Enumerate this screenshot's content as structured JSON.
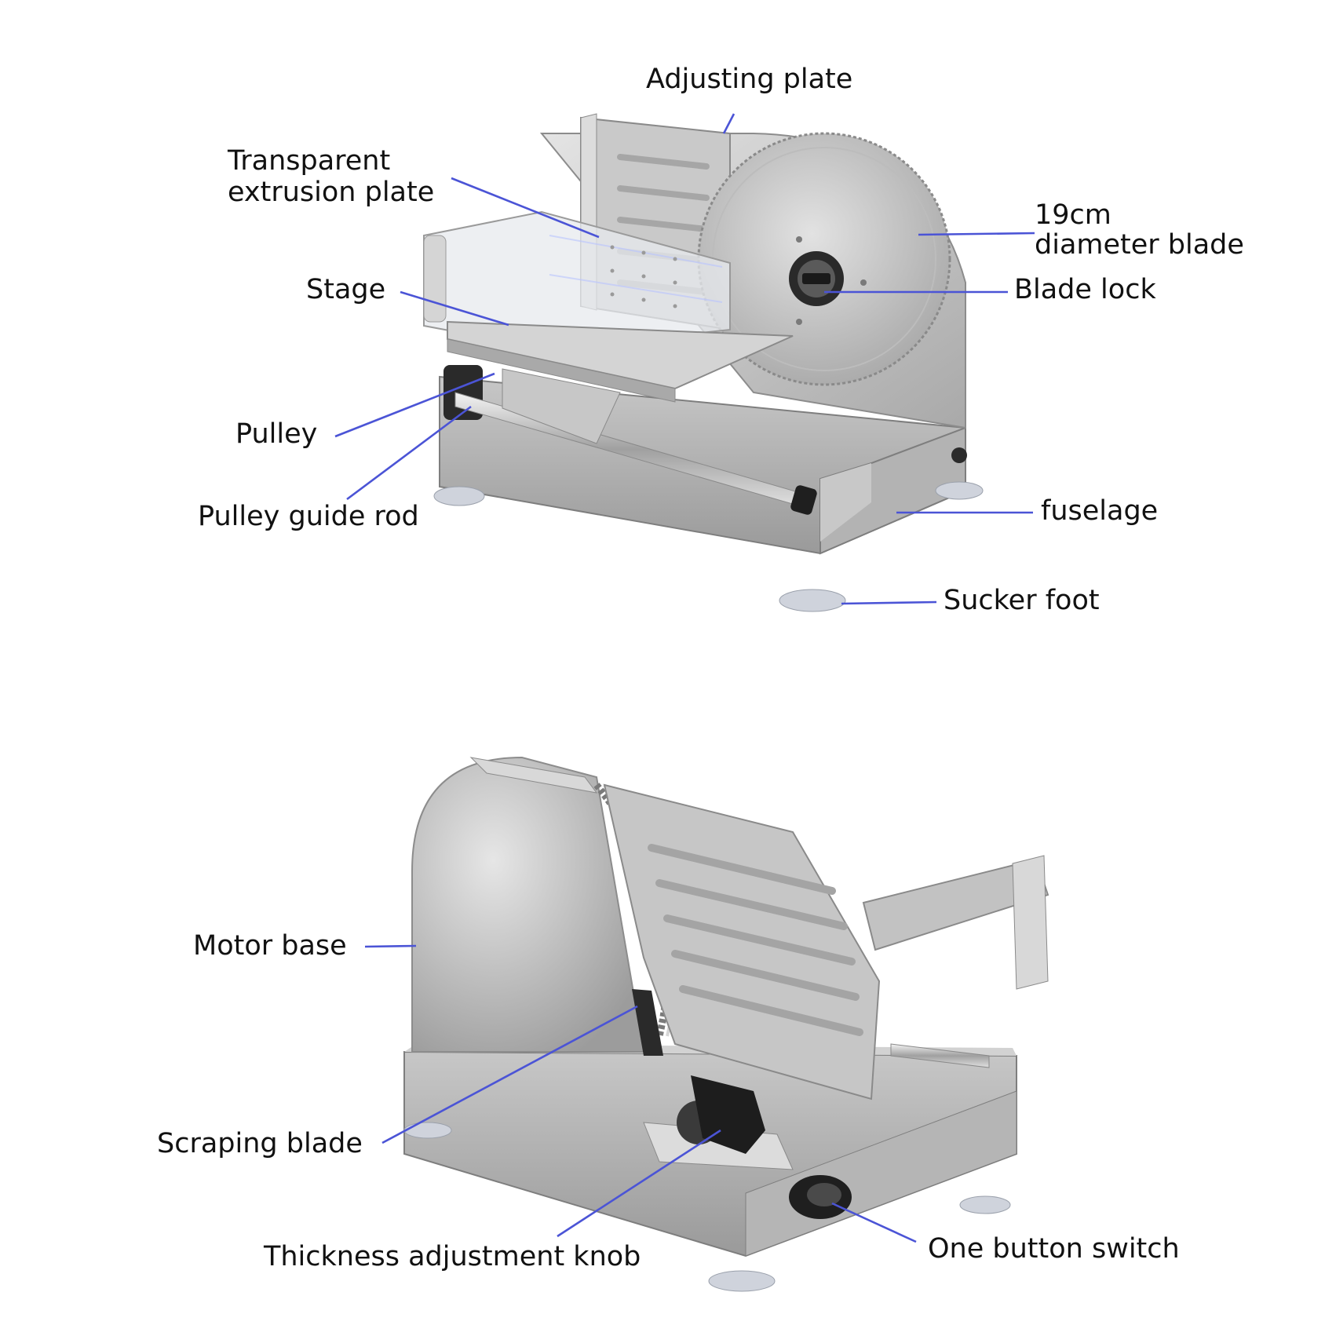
{
  "colors": {
    "leader": "#4b54d6",
    "text": "#111111",
    "metal_light": "#d9d9d9",
    "metal_mid": "#b8b8b8",
    "metal_dark": "#8f8f8f",
    "blade": "#c9c9c9",
    "black_part": "#1d1d1d",
    "sucker": "#cfd3dc"
  },
  "top_view": {
    "labels": [
      {
        "id": "adjusting-plate",
        "text": "Adjusting plate"
      },
      {
        "id": "transparent-extrusion-plate",
        "lines": [
          "Transparent",
          "extrusion plate"
        ]
      },
      {
        "id": "stage",
        "text": "Stage"
      },
      {
        "id": "pulley",
        "text": "Pulley"
      },
      {
        "id": "pulley-guide-rod",
        "text": "Pulley guide rod"
      },
      {
        "id": "blade-19cm",
        "lines": [
          "19cm",
          "diameter blade"
        ]
      },
      {
        "id": "blade-lock",
        "text": "Blade lock"
      },
      {
        "id": "fuselage",
        "text": "fuselage"
      },
      {
        "id": "sucker-foot",
        "text": "Sucker foot"
      }
    ]
  },
  "bottom_view": {
    "labels": [
      {
        "id": "motor-base",
        "text": "Motor base"
      },
      {
        "id": "scraping-blade",
        "text": "Scraping blade"
      },
      {
        "id": "thickness-adjustment-knob",
        "text": "Thickness adjustment knob"
      },
      {
        "id": "one-button-switch",
        "text": "One button switch"
      }
    ]
  }
}
